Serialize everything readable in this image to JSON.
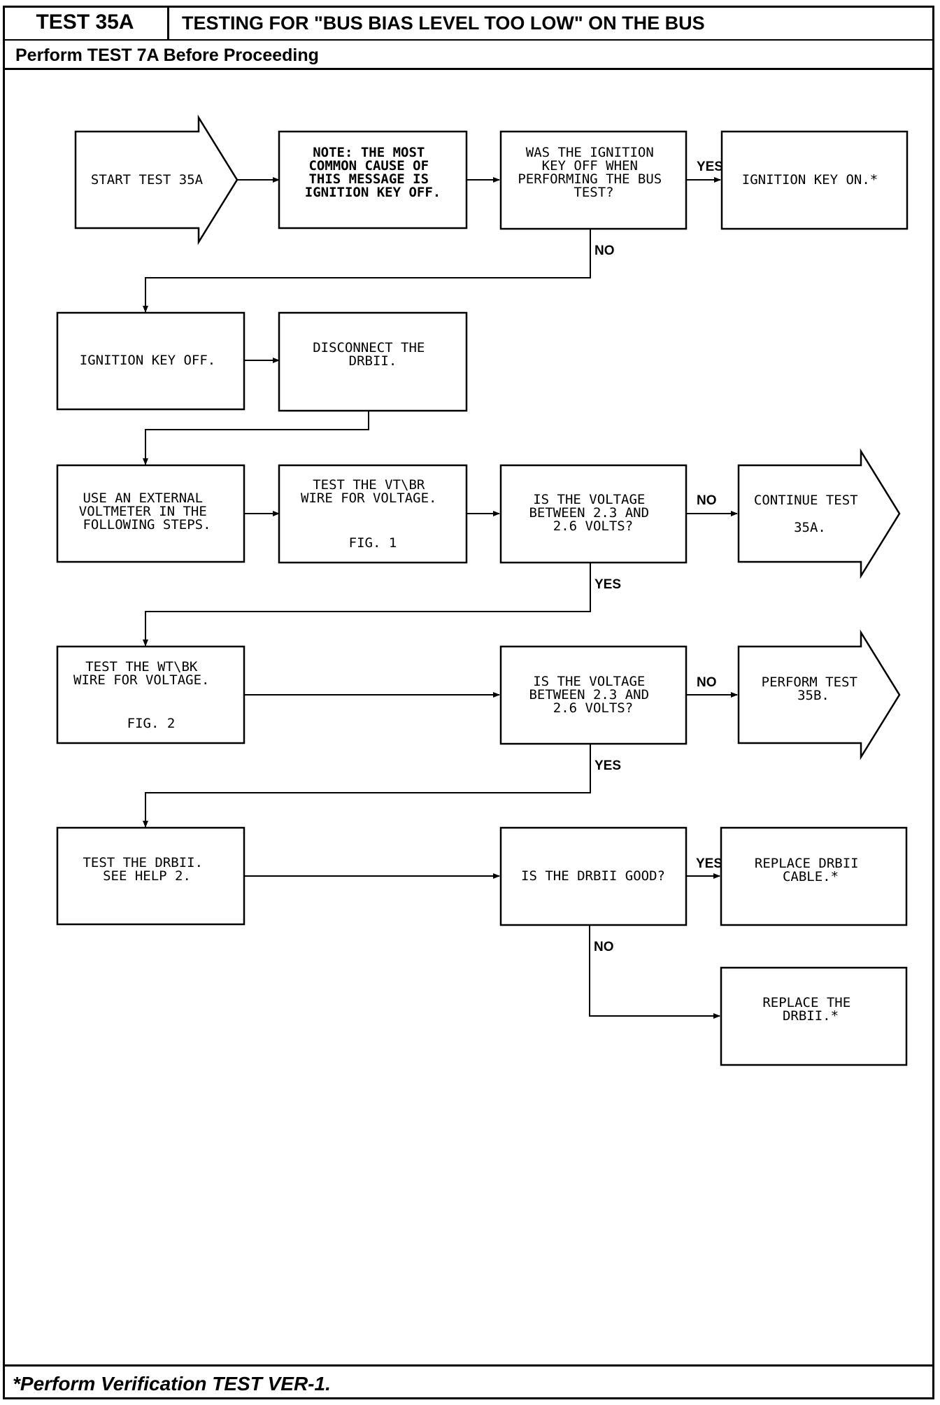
{
  "header": {
    "test_id": "TEST 35A",
    "title": "TESTING FOR \"BUS BIAS LEVEL TOO LOW\" ON THE BUS",
    "prerequisite": "Perform TEST 7A Before Proceeding"
  },
  "footer": {
    "note": "*Perform Verification TEST VER-1."
  },
  "flowchart": {
    "nodes": {
      "start": {
        "lines": [
          "START TEST 35A"
        ]
      },
      "note": {
        "lines": [
          "NOTE: THE MOST",
          "COMMON CAUSE OF",
          "THIS MESSAGE IS",
          "IGNITION KEY OFF."
        ]
      },
      "q_key_off": {
        "lines": [
          "WAS THE IGNITION",
          "KEY OFF WHEN",
          "PERFORMING THE BUS",
          "TEST?"
        ]
      },
      "key_on": {
        "lines": [
          "IGNITION KEY ON.*"
        ]
      },
      "key_off": {
        "lines": [
          "IGNITION KEY OFF."
        ]
      },
      "disconnect": {
        "lines": [
          "DISCONNECT THE",
          "DRBII."
        ]
      },
      "voltmeter": {
        "lines": [
          "USE AN EXTERNAL",
          "VOLTMETER IN THE",
          "FOLLOWING STEPS."
        ]
      },
      "test_vtbr": {
        "lines": [
          "TEST THE VT\\BR",
          "WIRE FOR VOLTAGE."
        ],
        "fig": "FIG. 1"
      },
      "q_volt1": {
        "lines": [
          "IS THE VOLTAGE",
          "BETWEEN 2.3 AND",
          "2.6 VOLTS?"
        ]
      },
      "continue": {
        "lines": [
          "CONTINUE TEST",
          "35A."
        ]
      },
      "test_wtbk": {
        "lines": [
          "TEST THE WT\\BK",
          "WIRE FOR VOLTAGE."
        ],
        "fig": "FIG. 2"
      },
      "q_volt2": {
        "lines": [
          "IS THE VOLTAGE",
          "BETWEEN 2.3 AND",
          "2.6 VOLTS?"
        ]
      },
      "perform35b": {
        "lines": [
          "PERFORM TEST",
          "35B."
        ]
      },
      "test_drbii": {
        "lines": [
          "TEST THE DRBII.",
          "SEE HELP 2."
        ]
      },
      "q_drbii": {
        "lines": [
          "IS THE DRBII GOOD?"
        ]
      },
      "replace_cable": {
        "lines": [
          "REPLACE DRBII",
          "CABLE.*"
        ]
      },
      "replace_drbii": {
        "lines": [
          "REPLACE THE",
          "DRBII.*"
        ]
      }
    },
    "edge_labels": {
      "q_key_off_yes": "YES",
      "q_key_off_no": "NO",
      "q_volt1_no": "NO",
      "q_volt1_yes": "YES",
      "q_volt2_no": "NO",
      "q_volt2_yes": "YES",
      "q_drbii_yes": "YES",
      "q_drbii_no": "NO"
    }
  }
}
